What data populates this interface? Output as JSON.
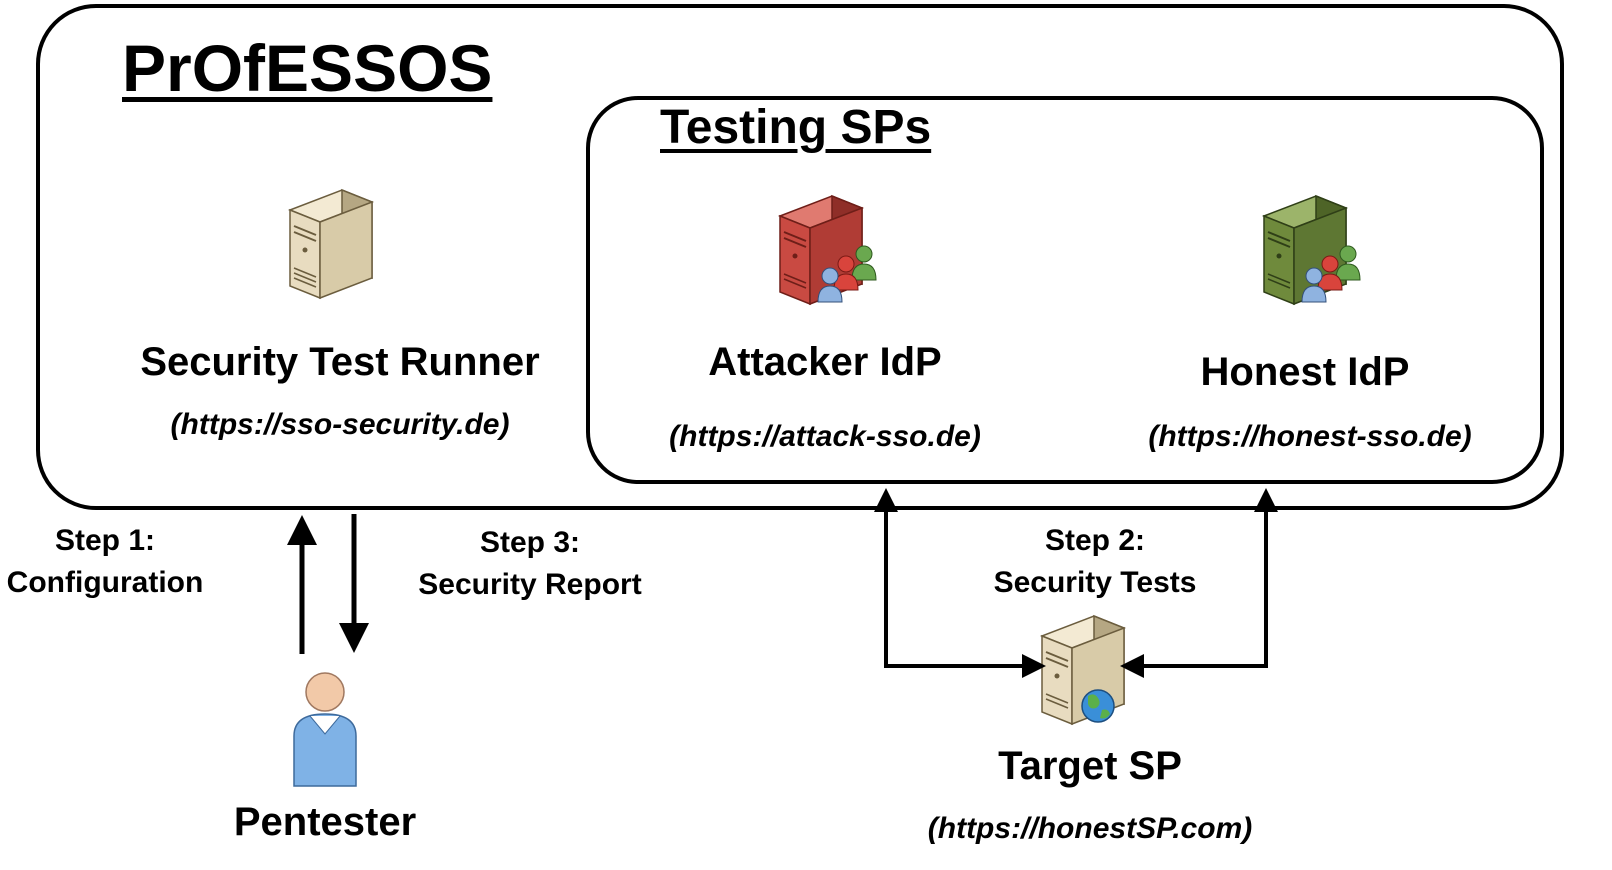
{
  "title": "PrOfESSOS",
  "testing_sps": {
    "title": "Testing SPs",
    "attacker": {
      "label": "Attacker IdP",
      "url": "(https://attack-sso.de)"
    },
    "honest": {
      "label": "Honest IdP",
      "url": "(https://honest-sso.de)"
    }
  },
  "runner": {
    "label": "Security Test Runner",
    "url": "(https://sso-security.de)"
  },
  "pentester": {
    "label": "Pentester"
  },
  "target": {
    "label": "Target SP",
    "url": "(https://honestSP.com)"
  },
  "steps": {
    "step1": {
      "title": "Step 1:",
      "text": "Configuration"
    },
    "step2": {
      "title": "Step 2:",
      "text": "Security Tests"
    },
    "step3": {
      "title": "Step 3:",
      "text": "Security Report"
    }
  },
  "colors": {
    "server_beige": "#e8dcc0",
    "server_red": "#c94a42",
    "server_green": "#6f8a3c",
    "person_blue": "#7fb2e6",
    "globe_blue": "#3a8fd8",
    "globe_green": "#5bb04a"
  },
  "icons": {
    "runner": "server-icon",
    "attacker": "server-users-icon",
    "honest": "server-users-icon",
    "target": "server-globe-icon",
    "pentester": "person-icon"
  }
}
